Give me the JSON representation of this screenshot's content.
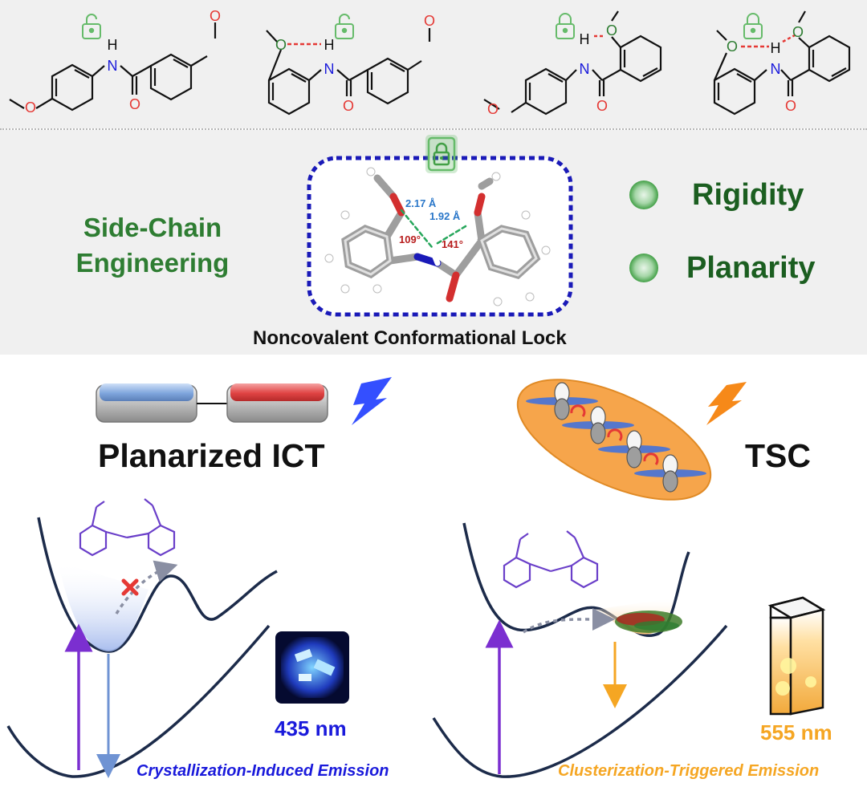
{
  "lock_section": {
    "label_line1": "Side-Chain",
    "label_line2": "Engineering",
    "caption": "Noncovalent Conformational Lock",
    "features": [
      "Rigidity",
      "Planarity"
    ],
    "distances": [
      "2.17 Å",
      "1.92 Å"
    ],
    "angles": [
      "109°",
      "141°"
    ]
  },
  "molecule_atoms": {
    "h": "H",
    "n": "N",
    "o": "O"
  },
  "ict": {
    "title": "Planarized ICT",
    "wavelength": "435 nm",
    "emission": "Crystallization-Induced Emission"
  },
  "tsc": {
    "title": "TSC",
    "wavelength": "555 nm",
    "emission": "Clusterization-Triggered Emission"
  },
  "colors": {
    "green": "#2e7d32",
    "dark_green": "#1b5e20",
    "blue_box": "#1a1ab8",
    "orange": "#f5a623",
    "curve": "#1c2b4a",
    "purple_arrow": "#7b2fd0",
    "blue_text": "#1a1adb"
  }
}
